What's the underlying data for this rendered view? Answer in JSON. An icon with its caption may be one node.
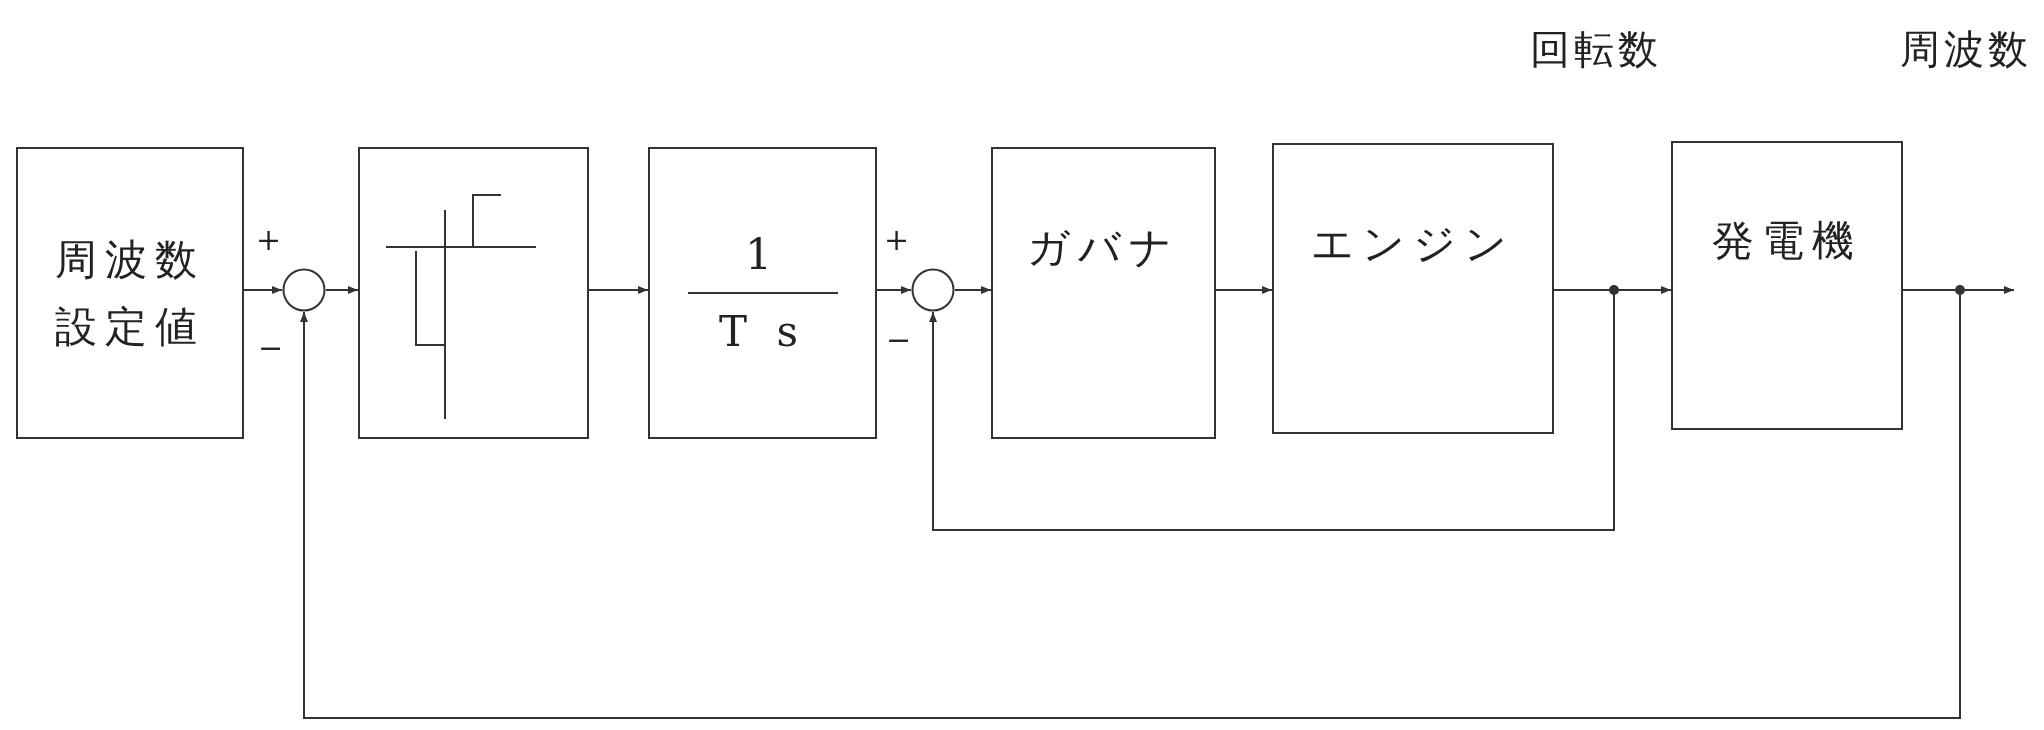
{
  "diagram": {
    "nodes": [
      {
        "text": [
          "周波数設定値"
        ]
      },
      {
        "text": [],
        "shape": "circle"
      },
      {
        "text": [],
        "shape": "box"
      },
      {
        "text": [
          "1",
          "T s"
        ]
      },
      {
        "text": [],
        "shape": "circle"
      },
      {
        "text": [
          "ガバナ"
        ]
      },
      {
        "text": [
          "エンジン"
        ]
      },
      {
        "text": [
          "発電機"
        ]
      }
    ],
    "edges": [
      {
        "from": 0,
        "to": 1,
        "arrow": "to"
      },
      {
        "from": 1,
        "to": 2,
        "arrow": "to"
      },
      {
        "from": 2,
        "to": 3,
        "arrow": "to"
      },
      {
        "from": 3,
        "to": 4,
        "arrow": "to"
      },
      {
        "from": 4,
        "to": 5,
        "arrow": "to"
      },
      {
        "from": 5,
        "to": 6,
        "arrow": "to"
      },
      {
        "from": 6,
        "to": 7,
        "arrow": "to"
      },
      {
        "from": 6,
        "to": 4,
        "arrow": "to"
      },
      {
        "from": 7,
        "to": null,
        "arrow": "to"
      },
      {
        "from": 7,
        "to": 1,
        "arrow": "to"
      }
    ],
    "labels": [
      "回転数",
      "周波数",
      "+",
      "−",
      "+",
      "−"
    ]
  }
}
